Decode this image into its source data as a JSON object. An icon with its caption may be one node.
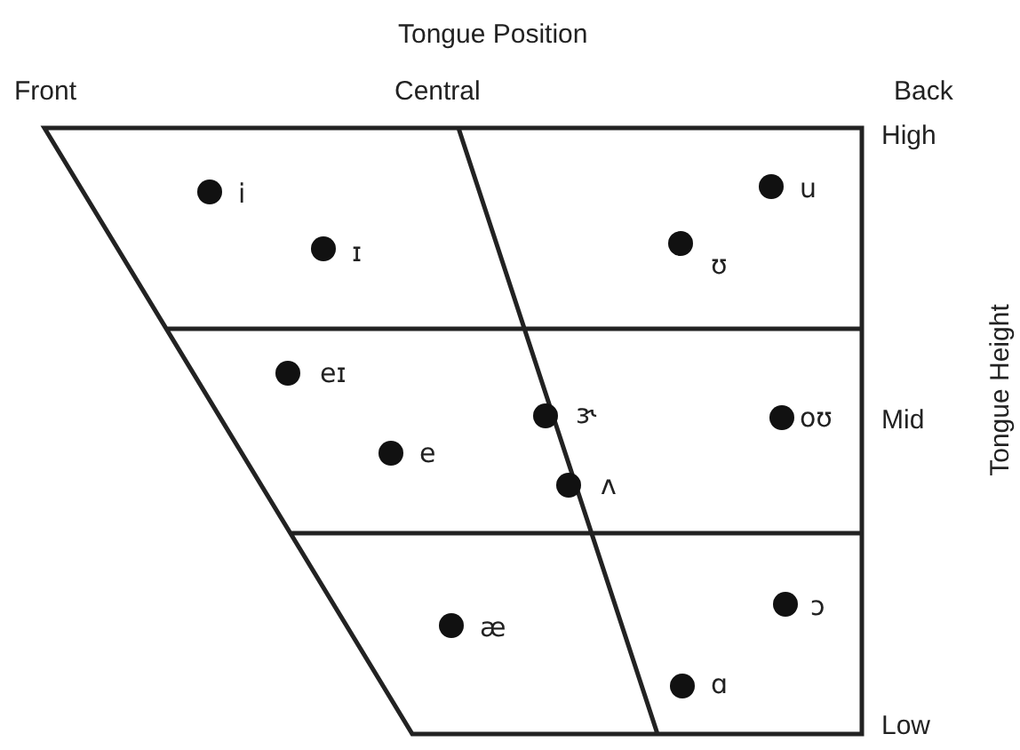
{
  "diagram": {
    "labels": [
      "Tongue Position",
      "Front",
      "Central",
      "Back",
      "High",
      "i",
      "u",
      "ɪ",
      "ʊ",
      "eɪ",
      "Tongue Height",
      "ɝ",
      "oʊ",
      "Mid",
      "e",
      "ʌ",
      "ɔ",
      "æ",
      "ɑ",
      "Low"
    ]
  }
}
